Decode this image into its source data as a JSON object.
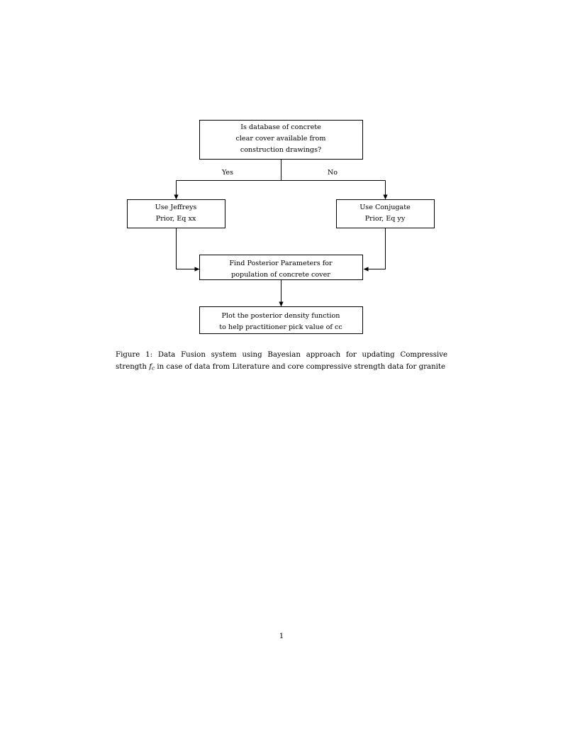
{
  "document": {
    "page_number": "1"
  },
  "figure": {
    "caption_label": "Figure 1:",
    "caption_text_part1": "Data Fusion system using Bayesian approach for updating Compressive strength ",
    "caption_math": "f",
    "caption_math_sub": "c",
    "caption_text_part2": " in case of data from Literature and core compressive strength data for granite",
    "colors": {
      "ink": "#000000",
      "paper": "#ffffff"
    },
    "nodes": [
      {
        "id": "decision",
        "type": "decision",
        "lines": [
          "Is database of concrete",
          "clear cover available from",
          "construction drawings?"
        ]
      },
      {
        "id": "jeffreys",
        "type": "process",
        "lines": [
          "Use Jeffreys",
          "Prior, Eq xx"
        ]
      },
      {
        "id": "conjugate",
        "type": "process",
        "lines": [
          "Use Conjugate",
          "Prior, Eq yy"
        ]
      },
      {
        "id": "posterior",
        "type": "process",
        "lines": [
          "Find Posterior Parameters for",
          "population of concrete cover"
        ]
      },
      {
        "id": "plot",
        "type": "process",
        "lines": [
          "Plot the posterior density function",
          "to help practitioner pick value of cc"
        ]
      }
    ],
    "edge_labels": {
      "yes": "Yes",
      "no": "No"
    }
  }
}
